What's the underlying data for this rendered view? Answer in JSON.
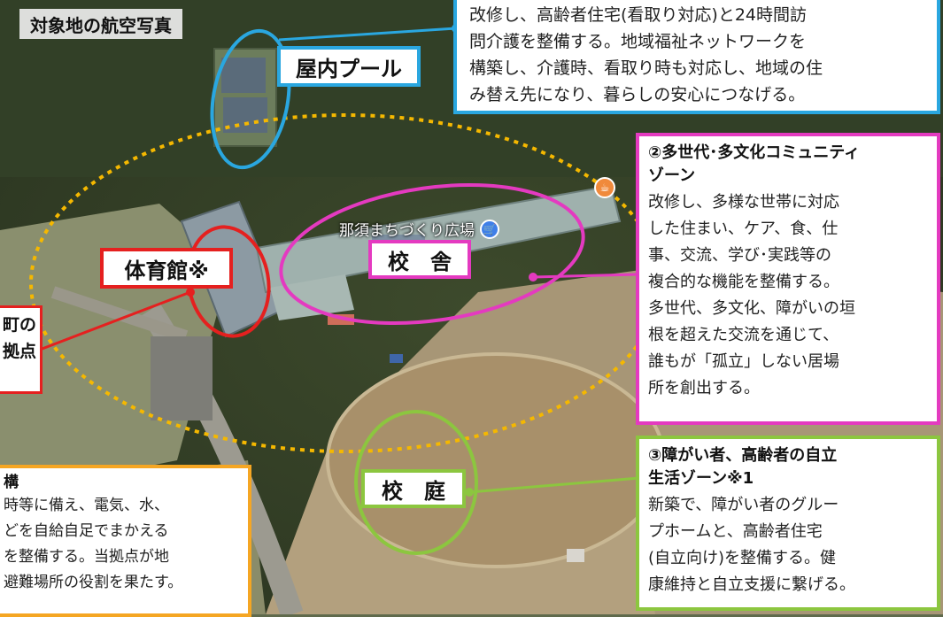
{
  "photo_title": "対象地の航空写真",
  "map_place_label": "那須まちづくり広場",
  "map_markers": [
    "shopping-cart-icon",
    "cafe-cup-icon"
  ],
  "labels": {
    "pool": "屋内プール",
    "gym": "体育館※",
    "school": "校　舎",
    "yard": "校　庭"
  },
  "boxes": {
    "top": {
      "body": "改修し、高齢者住宅(看取り対応)と24時間訪\n問介護を整備する。地域福祉ネットワークを\n構築し、介護時、看取り時も対応し、地域の住\nみ替え先になり、暮らしの安心につなげる。"
    },
    "zone2": {
      "title": "②多世代･多文化コミュニティ\nゾーン",
      "body": "改修し、多様な世帯に対応\nした住まい、ケア、食、仕\n事、交流、学び･実践等の\n複合的な機能を整備する。\n多世代、多文化、障がいの垣\n根を超えた交流を通じて、\n誰もが「孤立」しない居場\n所を創出する。"
    },
    "zone3": {
      "title": "③障がい者、高齢者の自立\n生活ゾーン※1",
      "body": "新築で、障がい者のグルー\nプホームと、高齢者住宅\n(自立向け)を整備する。健\n康維持と自立支援に繋げる。"
    },
    "left_mid": {
      "body": "町の\n拠点"
    },
    "bottom_left": {
      "title": "構",
      "body": "時等に備え、電気、水、\nどを自給自足でまかえる\nを整備する。当拠点が地\n避難場所の役割を果たす。"
    }
  },
  "colors": {
    "pool": "#2aa7e0",
    "gym": "#e5201f",
    "school": "#e43ac0",
    "yard": "#8cc63f",
    "dotted_boundary": "#f5b800",
    "top_box": "#2aa7e0",
    "bottom_box": "#f5a623"
  }
}
